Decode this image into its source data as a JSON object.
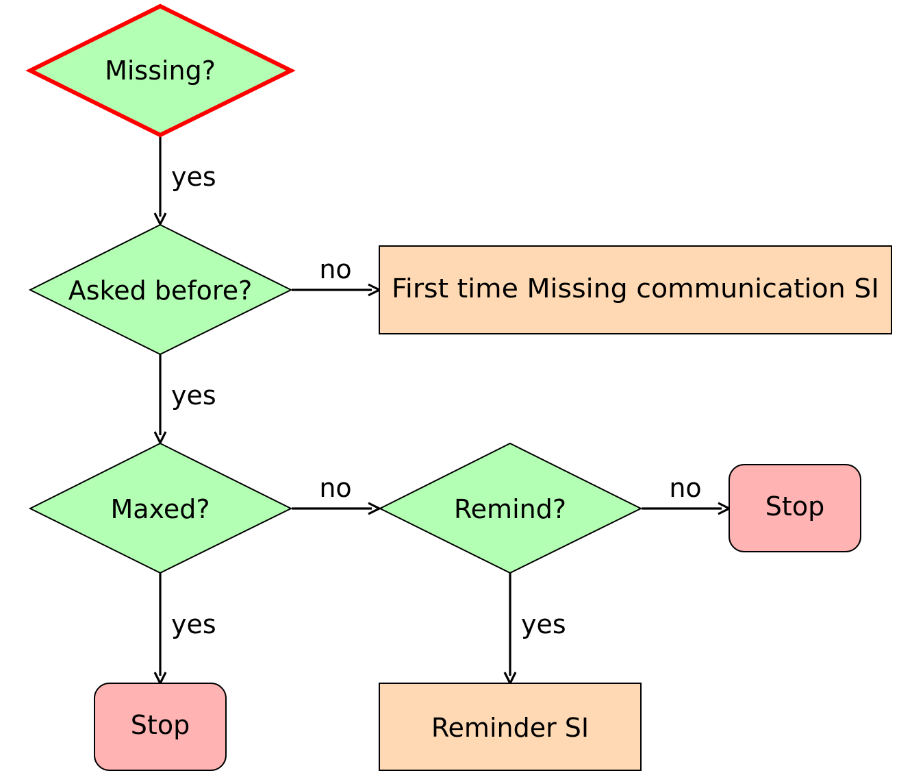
{
  "colors": {
    "decision_fill": "#b3ffb3",
    "action_fill": "#ffd9b3",
    "stop_fill": "#ffb3b3",
    "start_border": "#ff0000",
    "stroke": "#000000"
  },
  "nodes": {
    "missing": {
      "label": "Missing?",
      "kind": "decision",
      "start": true
    },
    "asked_before": {
      "label": "Asked before?",
      "kind": "decision"
    },
    "first_time": {
      "label": "First time Missing communication SI",
      "kind": "action"
    },
    "maxed": {
      "label": "Maxed?",
      "kind": "decision"
    },
    "remind": {
      "label": "Remind?",
      "kind": "decision"
    },
    "stop_right": {
      "label": "Stop",
      "kind": "terminal"
    },
    "stop_bottom": {
      "label": "Stop",
      "kind": "terminal"
    },
    "reminder": {
      "label": "Reminder SI",
      "kind": "action"
    }
  },
  "edges": {
    "missing_to_asked": {
      "from": "missing",
      "to": "asked_before",
      "label": "yes"
    },
    "asked_to_first": {
      "from": "asked_before",
      "to": "first_time",
      "label": "no"
    },
    "asked_to_maxed": {
      "from": "asked_before",
      "to": "maxed",
      "label": "yes"
    },
    "maxed_to_remind": {
      "from": "maxed",
      "to": "remind",
      "label": "no"
    },
    "remind_to_stop": {
      "from": "remind",
      "to": "stop_right",
      "label": "no"
    },
    "maxed_to_stop": {
      "from": "maxed",
      "to": "stop_bottom",
      "label": "yes"
    },
    "remind_to_reminder": {
      "from": "remind",
      "to": "reminder",
      "label": "yes"
    }
  }
}
